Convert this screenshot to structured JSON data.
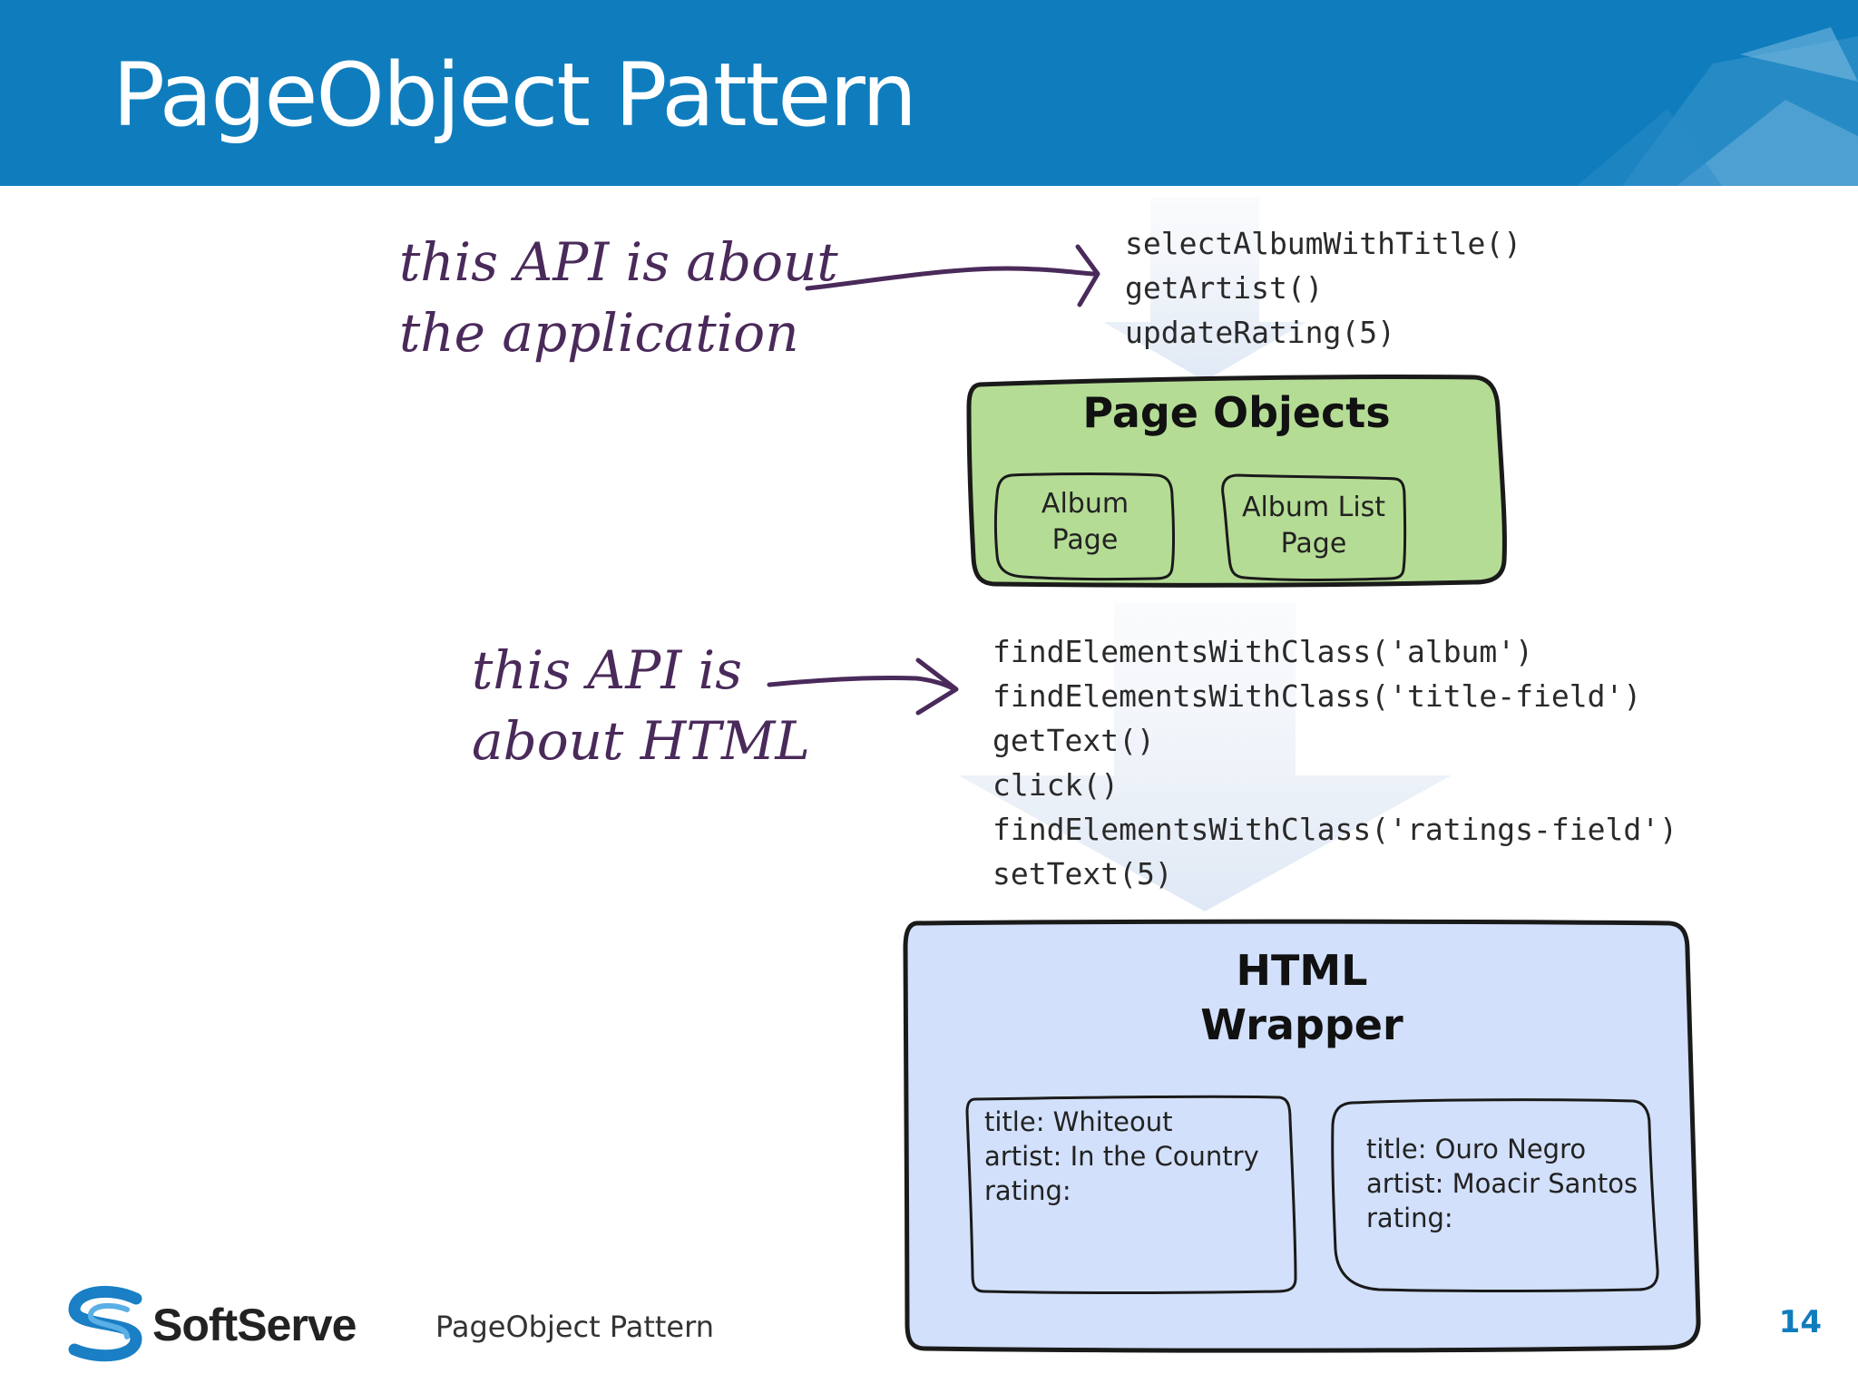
{
  "slide": {
    "title": "PageObject Pattern",
    "footer_title": "PageObject Pattern",
    "page_number": "14",
    "brand": "SoftServe"
  },
  "annotations": {
    "top": [
      "this API is about",
      "the application"
    ],
    "bottom": [
      "this API is",
      "about HTML"
    ]
  },
  "app_api": [
    "selectAlbumWithTitle()",
    "getArtist()",
    "updateRating(5)"
  ],
  "html_api": [
    "findElementsWithClass('album')",
    "findElementsWithClass('title-field')",
    "getText()",
    "click()",
    "findElementsWithClass('ratings-field')",
    "setText(5)"
  ],
  "page_objects": {
    "title": "Page Objects",
    "items": [
      {
        "line1": "Album",
        "line2": "Page"
      },
      {
        "line1": "Album List",
        "line2": "Page"
      }
    ]
  },
  "html_wrapper": {
    "title_line1": "HTML",
    "title_line2": "Wrapper",
    "records": [
      {
        "title": "title: Whiteout",
        "artist": "artist: In the Country",
        "rating": "rating:"
      },
      {
        "title": "title: Ouro Negro",
        "artist": "artist: Moacir Santos",
        "rating": "rating:"
      }
    ]
  },
  "colors": {
    "header_blue": "#0f7dbd",
    "page_objects_fill": "#b5dc95",
    "html_wrapper_fill": "#d2e0fb",
    "annotation_ink": "#4a2a5a",
    "flow_arrow": "#e6edf8"
  }
}
